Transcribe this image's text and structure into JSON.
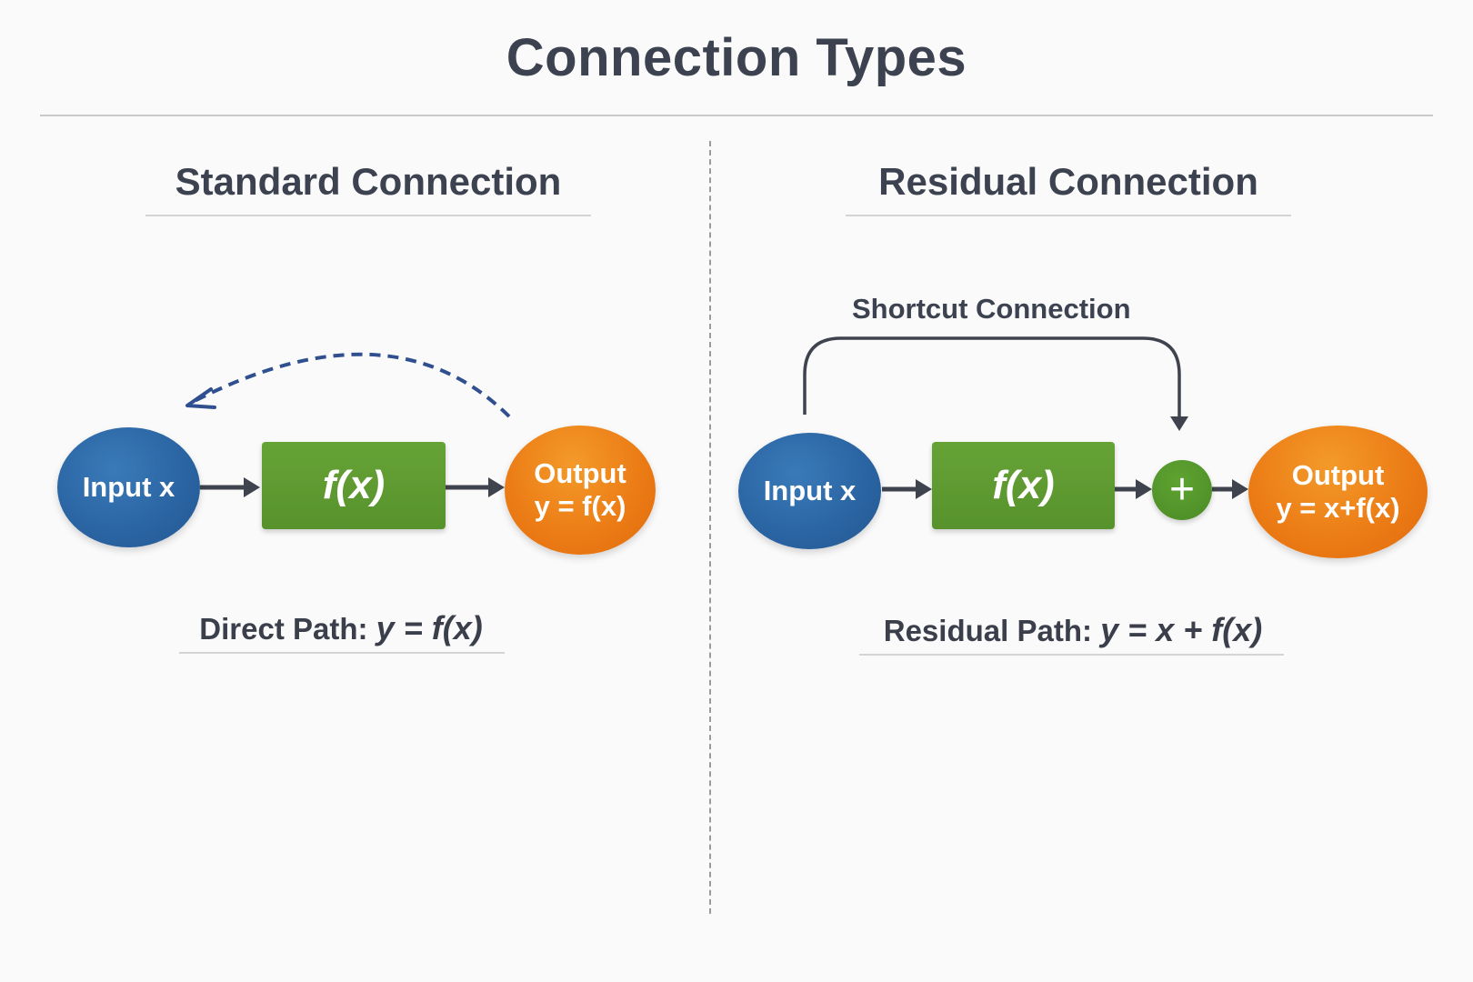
{
  "title": "Connection Types",
  "standard": {
    "heading": "Standard Connection",
    "input_label": "Input x",
    "function_label": "f(x)",
    "output_line1": "Output",
    "output_line2": "y = f(x)",
    "formula_prefix": "Direct Path:",
    "formula_math": "y = f(x)"
  },
  "residual": {
    "heading": "Residual Connection",
    "shortcut_label": "Shortcut Connection",
    "input_label": "Input x",
    "function_label": "f(x)",
    "sum_symbol": "+",
    "output_line1": "Output",
    "output_line2": "y = x+f(x)",
    "formula_prefix": "Residual Path:",
    "formula_math": "y = x + f(x)"
  },
  "colors": {
    "input": "#2b65a4",
    "function": "#5d9a30",
    "output": "#ec7d16",
    "sum": "#4a8b25",
    "arrow": "#3f434d",
    "feedback_arrow": "#2f4f8f"
  }
}
